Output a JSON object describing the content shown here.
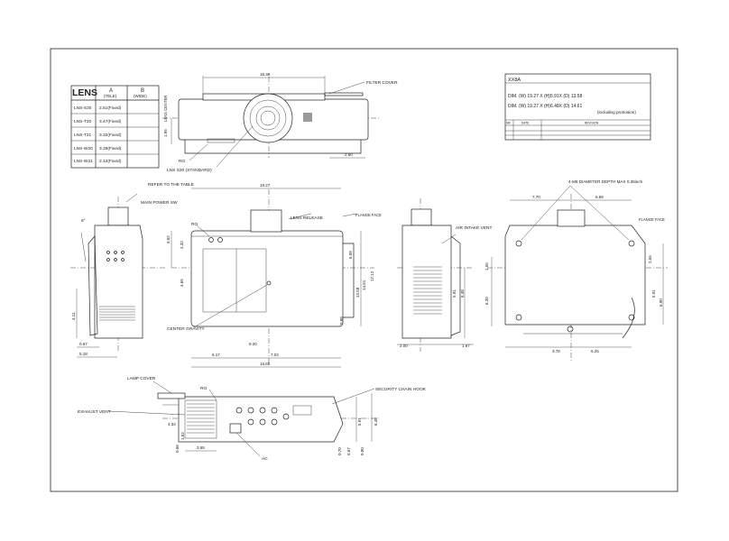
{
  "lens_table": {
    "header": {
      "col_lens": "LENS",
      "col_a": "A",
      "col_a_sub": "(TELE)",
      "col_b": "B",
      "col_b_sub": "(WIDE)"
    },
    "rows": [
      {
        "lens": "LNS-S20",
        "a": "2.51(Fixed)"
      },
      {
        "lens": "LNS-T20",
        "a": "3.47(Fixed)"
      },
      {
        "lens": "LNS-T21",
        "a": "3.32(Fixed)"
      },
      {
        "lens": "LNS-W20",
        "a": "3.29(Fixed)"
      },
      {
        "lens": "LNS-W21",
        "a": "2.12(Fixed)"
      }
    ]
  },
  "title_block": {
    "model": "XX8A",
    "dim_line1": "DIM. (W) 19.27 X (H)5.91X (D) 13.58",
    "dim_line2": "DIM. (W) 19.27 X (H)6.48X (D) 14.61",
    "protrusion": "(including protrusion)",
    "rev_headers": {
      "mk": "MK",
      "date": "DATE",
      "revision": "REVISION"
    }
  },
  "labels": {
    "filter_cover": "FILTER COVER",
    "lns_std": "LNS S20 (STANDARD)",
    "ro_top": "RO",
    "lens_center": "LENS CENTER",
    "refer_table": "REFER TO THE TABLE",
    "main_power": "MAIN POWER SW",
    "lens_release": "LENS RELEASE",
    "flange_face": "FLANGE FACE",
    "flange_face2": "FLANGE FACE",
    "ro_front": "RO",
    "air_intake": "AIR INTAKE VENT",
    "center_gravity": "CENTER GRAVITY",
    "mount_holes": "4-M6 DIAMETER DEPTH MAX 0.35inch",
    "lamp_cover": "LAMP COVER",
    "exhaust_vent": "EXHAUST VENT",
    "ro_bottom": "RO",
    "security_hook": "SECURITY CHAIN HOOK",
    "ac": "AC",
    "angle": "6°"
  },
  "dims": {
    "top_width": "16.39",
    "top_left_h": "1.95",
    "top_right": "2.60",
    "front_width": "19.27",
    "front_left1": "9.02",
    "front_left2": "2.32",
    "front_left3": "4.65",
    "front_r1": "6.09",
    "front_r2": "13.58",
    "front_r3": "14.61",
    "front_r4": "17.12",
    "front_bottom1": "6.17",
    "front_bottom2": "9.20",
    "front_bottom3": "7.03",
    "front_bottom4": "16.65",
    "front_small": "0.88",
    "left_h": "4.11",
    "left_b1": "0.67",
    "left_b2": "5.18",
    "right_h1": "5.91",
    "right_h2": "6.48",
    "right_b1": "2.00",
    "right_b2": "1.67",
    "bottom_w1": "7.70",
    "bottom_w2": "6.69",
    "bottom_l1": "1.55",
    "bottom_l2": "6.30",
    "bottom_r1": "2.55",
    "bottom_r2": "5.91",
    "bottom_r3": "6.90",
    "bottom_b1": "3.78",
    "bottom_b2": "6.25",
    "rear_h1": "4.34",
    "rear_h2": "1.52",
    "rear_l": "0.66",
    "rear_w": "3.65",
    "rear_r1": "0.70",
    "rear_r2": "0.67",
    "rear_r3": "0.80",
    "rear_r4": "5.91",
    "rear_r5": "6.48"
  }
}
